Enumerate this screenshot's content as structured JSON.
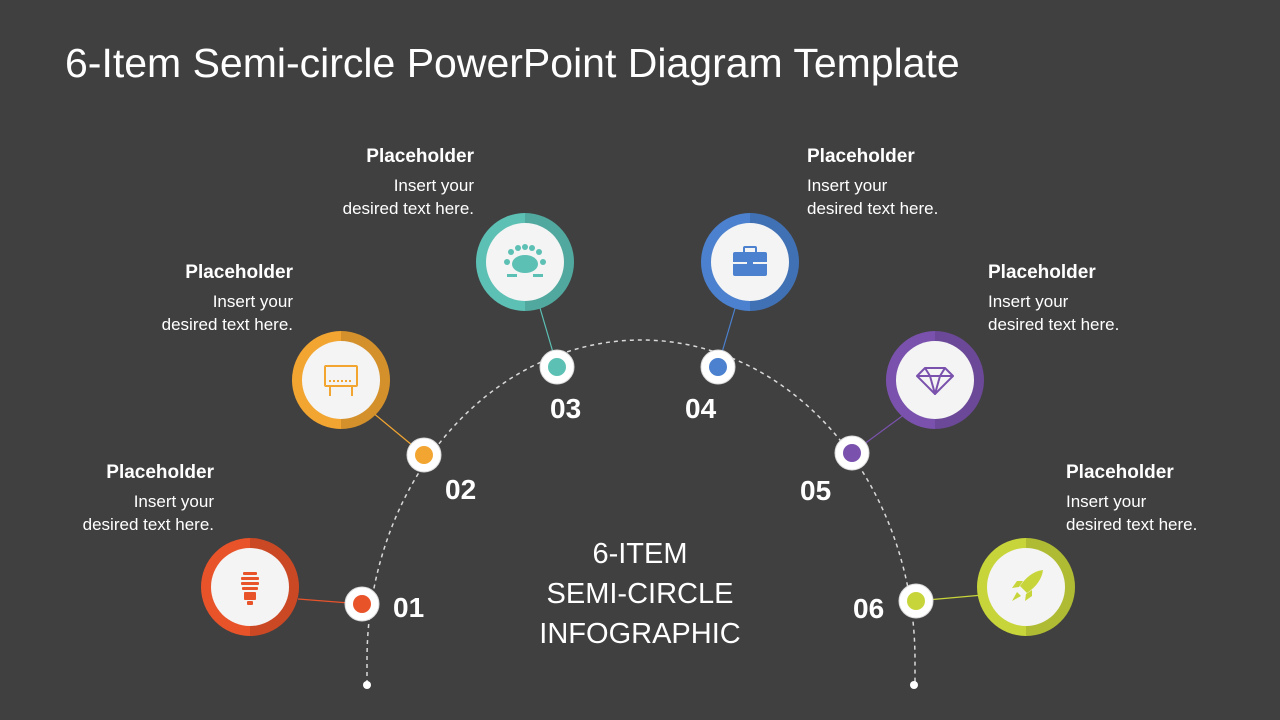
{
  "title": "6-Item Semi-circle PowerPoint Diagram Template",
  "center": {
    "line1": "6-ITEM",
    "line2": "SEMI-CIRCLE",
    "line3": "INFOGRAPHIC"
  },
  "colors": {
    "background": "#404040",
    "dashed_arc": "#d9d9d9"
  },
  "items": [
    {
      "number": "01",
      "heading": "Placeholder",
      "line1": "Insert your",
      "line2": "desired text here.",
      "color": "#e8532a",
      "icon": "lightbulb-icon"
    },
    {
      "number": "02",
      "heading": "Placeholder",
      "line1": "Insert your",
      "line2": "desired text here.",
      "color": "#f2a531",
      "icon": "billboard-icon"
    },
    {
      "number": "03",
      "heading": "Placeholder",
      "line1": "Insert your",
      "line2": "desired text here.",
      "color": "#5cc0b4",
      "icon": "meeting-table-icon"
    },
    {
      "number": "04",
      "heading": "Placeholder",
      "line1": "Insert your",
      "line2": "desired text here.",
      "color": "#4b81cf",
      "icon": "briefcase-icon"
    },
    {
      "number": "05",
      "heading": "Placeholder",
      "line1": "Insert your",
      "line2": "desired text here.",
      "color": "#7a52ad",
      "icon": "diamond-icon"
    },
    {
      "number": "06",
      "heading": "Placeholder",
      "line1": "Insert your",
      "line2": "desired text here.",
      "color": "#c8d53a",
      "icon": "rocket-icon"
    }
  ]
}
